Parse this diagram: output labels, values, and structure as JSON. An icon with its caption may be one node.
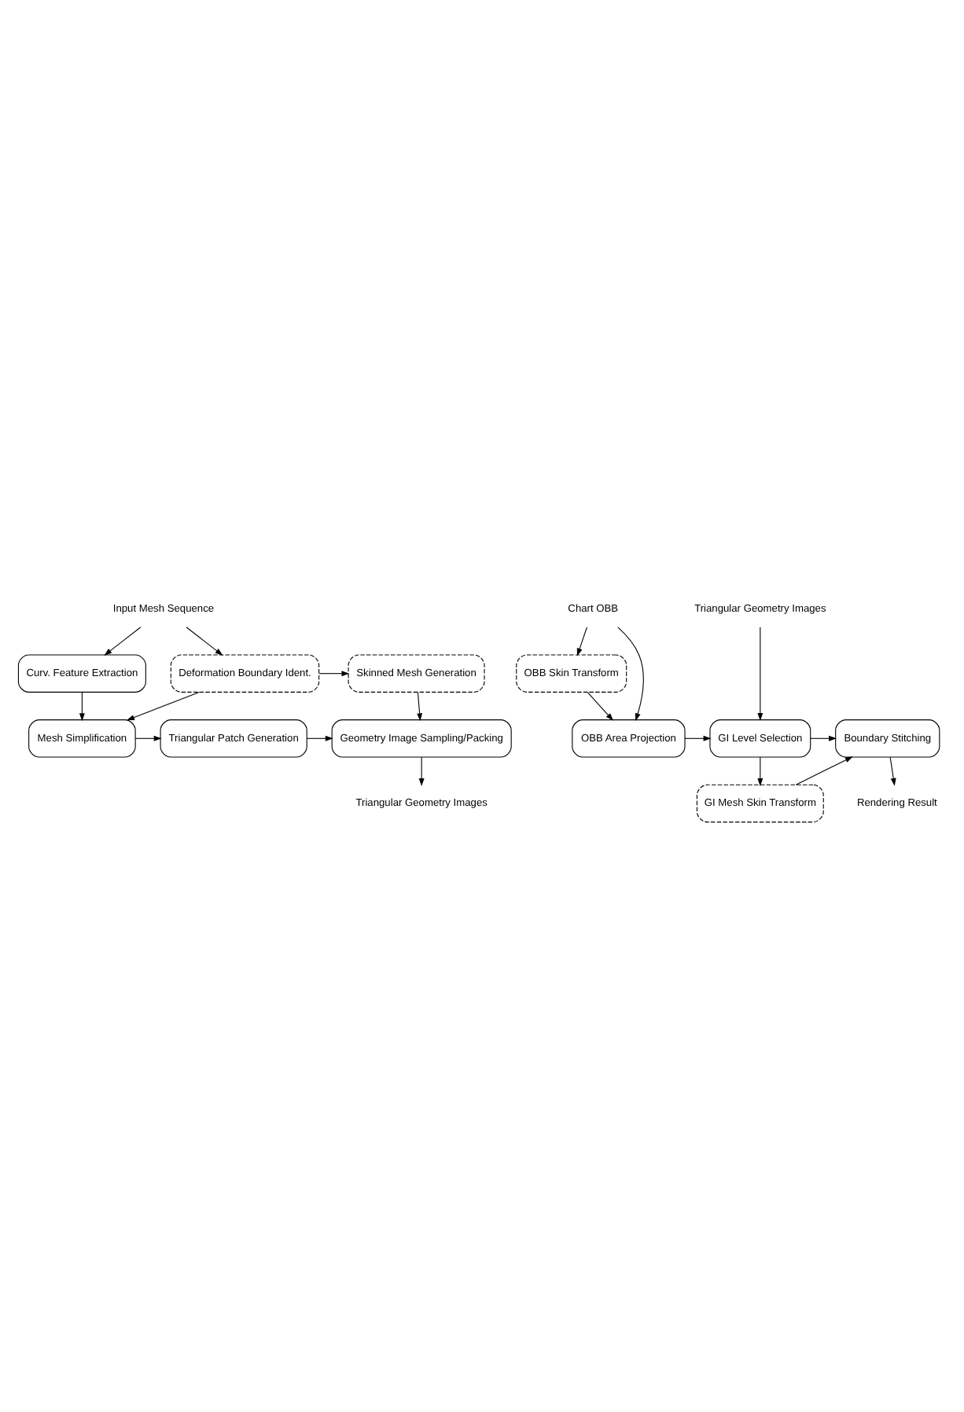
{
  "diagram": {
    "nodes": [
      {
        "text": [
          "Input Mesh Sequence"
        ]
      },
      {
        "text": [
          "Curv. Feature Extraction"
        ]
      },
      {
        "text": [
          "Deformation Boundary Ident."
        ]
      },
      {
        "text": [
          "Skinned Mesh Generation"
        ]
      },
      {
        "text": [
          "Mesh Simplification"
        ]
      },
      {
        "text": [
          "Triangular Patch Generation"
        ]
      },
      {
        "text": [
          "Geometry Image Sampling/Packing"
        ]
      },
      {
        "text": [
          "Triangular Geometry Images"
        ]
      },
      {
        "text": [
          "Chart OBB"
        ]
      },
      {
        "text": [
          "Triangular Geometry Images"
        ]
      },
      {
        "text": [
          "OBB Skin Transform"
        ]
      },
      {
        "text": [
          "GI Mesh Skin Transform"
        ]
      },
      {
        "text": [
          "OBB Area Projection"
        ]
      },
      {
        "text": [
          "GI Level Selection"
        ]
      },
      {
        "text": [
          "Boundary Stitching"
        ]
      },
      {
        "text": [
          "Rendering Result"
        ]
      }
    ],
    "edges": [
      {
        "from": 0,
        "to": 1,
        "arrow": "to"
      },
      {
        "from": 0,
        "to": 2,
        "arrow": "to"
      },
      {
        "from": 1,
        "to": 4,
        "arrow": "to"
      },
      {
        "from": 2,
        "to": 4,
        "arrow": "to"
      },
      {
        "from": 2,
        "to": 3,
        "arrow": "to"
      },
      {
        "from": 3,
        "to": 6,
        "arrow": "to"
      },
      {
        "from": 4,
        "to": 5,
        "arrow": "to"
      },
      {
        "from": 5,
        "to": 6,
        "arrow": "to"
      },
      {
        "from": 6,
        "to": 7,
        "arrow": "to"
      },
      {
        "from": 8,
        "to": 10,
        "arrow": "to"
      },
      {
        "from": 8,
        "to": 12,
        "arrow": "to"
      },
      {
        "from": 10,
        "to": 12,
        "arrow": "to"
      },
      {
        "from": 9,
        "to": 13,
        "arrow": "to"
      },
      {
        "from": 12,
        "to": 13,
        "arrow": "to"
      },
      {
        "from": 13,
        "to": 11,
        "arrow": "to"
      },
      {
        "from": 13,
        "to": 14,
        "arrow": "to"
      },
      {
        "from": 11,
        "to": 14,
        "arrow": "to"
      },
      {
        "from": 14,
        "to": 15,
        "arrow": "to"
      }
    ]
  }
}
